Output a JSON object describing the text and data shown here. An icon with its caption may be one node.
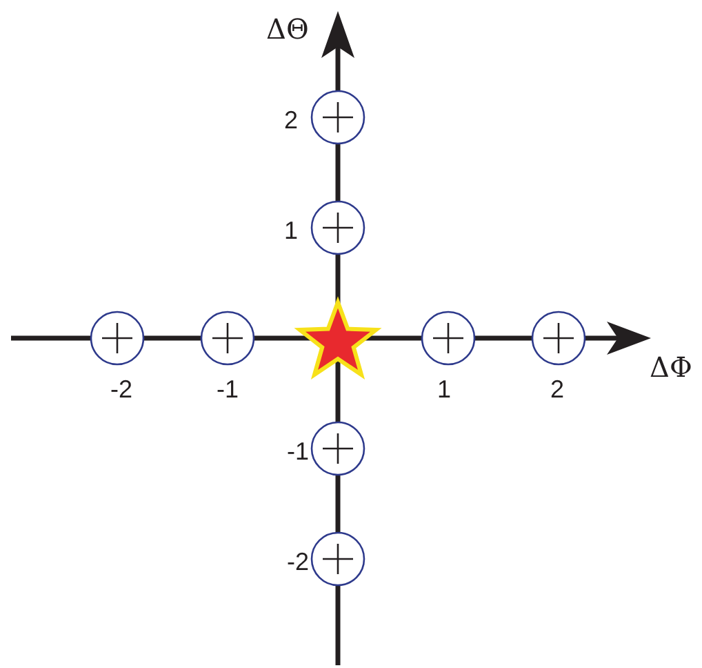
{
  "diagram": {
    "labels": [
      "ΔΘ",
      "2",
      "1",
      "ΔΦ",
      "-2",
      "-1",
      "1",
      "2",
      "-1",
      "-2"
    ]
  }
}
